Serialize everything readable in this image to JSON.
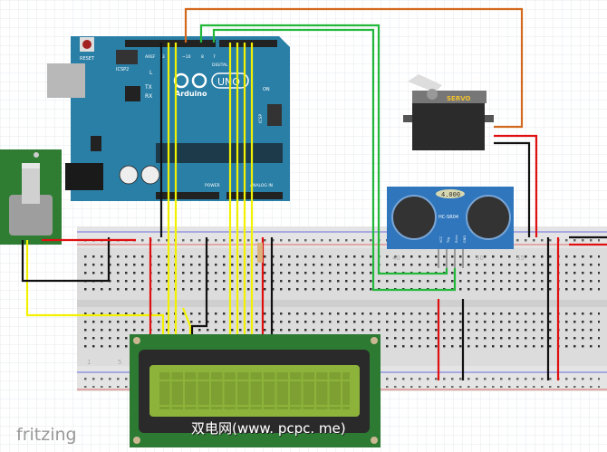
{
  "arduino": {
    "reset_label": "RESET",
    "icsp2_label": "ICSP2",
    "logo_text": "Arduino",
    "model": "UNO",
    "digital_label": "DIGITAL",
    "power_label": "POWER",
    "analog_label": "ANALOG IN",
    "on_label": "ON",
    "tx_label": "TX",
    "rx_label": "RX",
    "l_label": "L",
    "icsp_label": "ICSP",
    "aref_label": "AREF",
    "pin13": "13",
    "pin10": "~10",
    "pin8": "8",
    "pin7": "7",
    "color": "#2a7fa6"
  },
  "servo": {
    "label": "SERVO"
  },
  "ultrasonic": {
    "display": "4.000",
    "model": "HC-SR04",
    "pins": [
      "VCC",
      "Trig",
      "Echo",
      "GND"
    ],
    "color": "#2f76bd"
  },
  "breadboard": {
    "col_labels": [
      "1",
      "5",
      "40",
      "50",
      "55"
    ]
  },
  "lcd": {
    "bezel_color": "#2d7a33",
    "glass_color": "#8db33a"
  },
  "branding": {
    "fritzing": "fritzing",
    "watermark": "双电网(www. pcpc. me)"
  },
  "wire_colors": {
    "orange": "#d2691e",
    "green": "#22b83a",
    "yellow": "#f2f200",
    "black": "#111111",
    "red": "#e01010"
  }
}
